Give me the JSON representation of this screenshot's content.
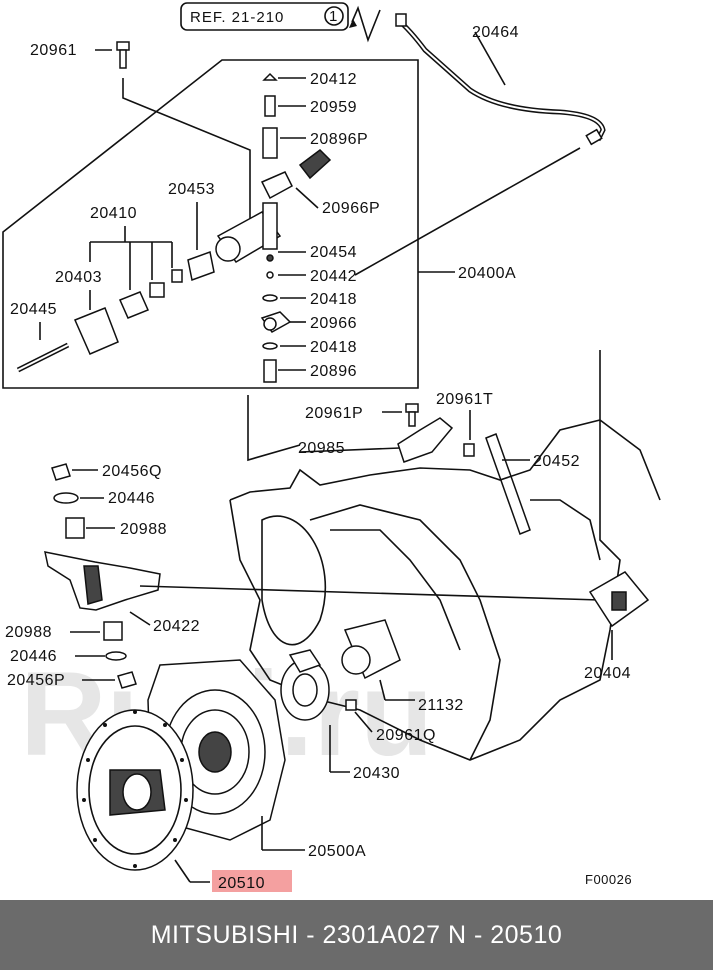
{
  "diagram": {
    "reference": "REF. 21-210",
    "reference_index": "1",
    "figure_code": "F00026",
    "watermark": "Rulli.ru",
    "highlight_color": "#f4a0a0",
    "parts": {
      "p20464": "20464",
      "p20961": "20961",
      "p20412": "20412",
      "p20959": "20959",
      "p20896P": "20896P",
      "p20453": "20453",
      "p20966P": "20966P",
      "p20410": "20410",
      "p20454": "20454",
      "p20403": "20403",
      "p20442": "20442",
      "p20400A": "20400A",
      "p20418a": "20418",
      "p20445": "20445",
      "p20966": "20966",
      "p20418b": "20418",
      "p20896": "20896",
      "p20961P": "20961P",
      "p20961T": "20961T",
      "p20985": "20985",
      "p20452": "20452",
      "p20456Q": "20456Q",
      "p20446a": "20446",
      "p20988a": "20988",
      "p20422": "20422",
      "p20988b": "20988",
      "p20446b": "20446",
      "p20456P": "20456P",
      "p20404": "20404",
      "p21132": "21132",
      "p20961Q": "20961Q",
      "p20430": "20430",
      "p20500A": "20500A",
      "p20510": "20510"
    }
  },
  "footer": {
    "caption": "MITSUBISHI - 2301A027      N - 20510"
  }
}
